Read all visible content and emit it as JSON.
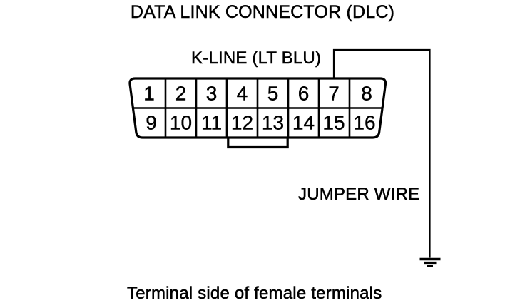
{
  "diagram": {
    "title": "DATA LINK CONNECTOR (DLC)",
    "pin_wire_label": "K-LINE (LT BLU)",
    "jumper_label": "JUMPER WIRE",
    "caption": "Terminal side of female terminals"
  },
  "connector": {
    "type": "16-pin data link connector, terminal side view",
    "highlighted_pin": "7",
    "rows": [
      [
        "1",
        "2",
        "3",
        "4",
        "5",
        "6",
        "7",
        "8"
      ],
      [
        "9",
        "10",
        "11",
        "12",
        "13",
        "14",
        "15",
        "16"
      ]
    ]
  },
  "icons": {
    "ground_symbol": "earth-ground"
  },
  "colors": {
    "ink": "#000000",
    "background": "#ffffff"
  }
}
